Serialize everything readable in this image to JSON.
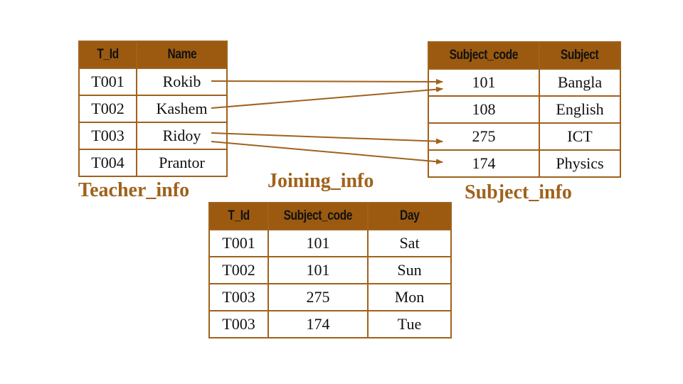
{
  "teacher_table": {
    "caption": "Teacher_info",
    "headers": [
      "T_Id",
      "Name"
    ],
    "rows": [
      [
        "T001",
        "Rokib"
      ],
      [
        "T002",
        "Kashem"
      ],
      [
        "T003",
        "Ridoy"
      ],
      [
        "T004",
        "Prantor"
      ]
    ]
  },
  "subject_table": {
    "caption": "Subject_info",
    "headers": [
      "Subject_code",
      "Subject"
    ],
    "rows": [
      [
        "101",
        "Bangla"
      ],
      [
        "108",
        "English"
      ],
      [
        "275",
        "ICT"
      ],
      [
        "174",
        "Physics"
      ]
    ]
  },
  "joining_table": {
    "caption": "Joining_info",
    "headers": [
      "T_Id",
      "Subject_code",
      "Day"
    ],
    "rows": [
      [
        "T001",
        "101",
        "Sat"
      ],
      [
        "T002",
        "101",
        "Sun"
      ],
      [
        "T003",
        "275",
        "Mon"
      ],
      [
        "T003",
        "174",
        "Tue"
      ]
    ]
  },
  "colors": {
    "header_fill": "#9b5a10",
    "border": "#a0621c",
    "caption": "#a0621c",
    "arrow": "#a0621c"
  }
}
